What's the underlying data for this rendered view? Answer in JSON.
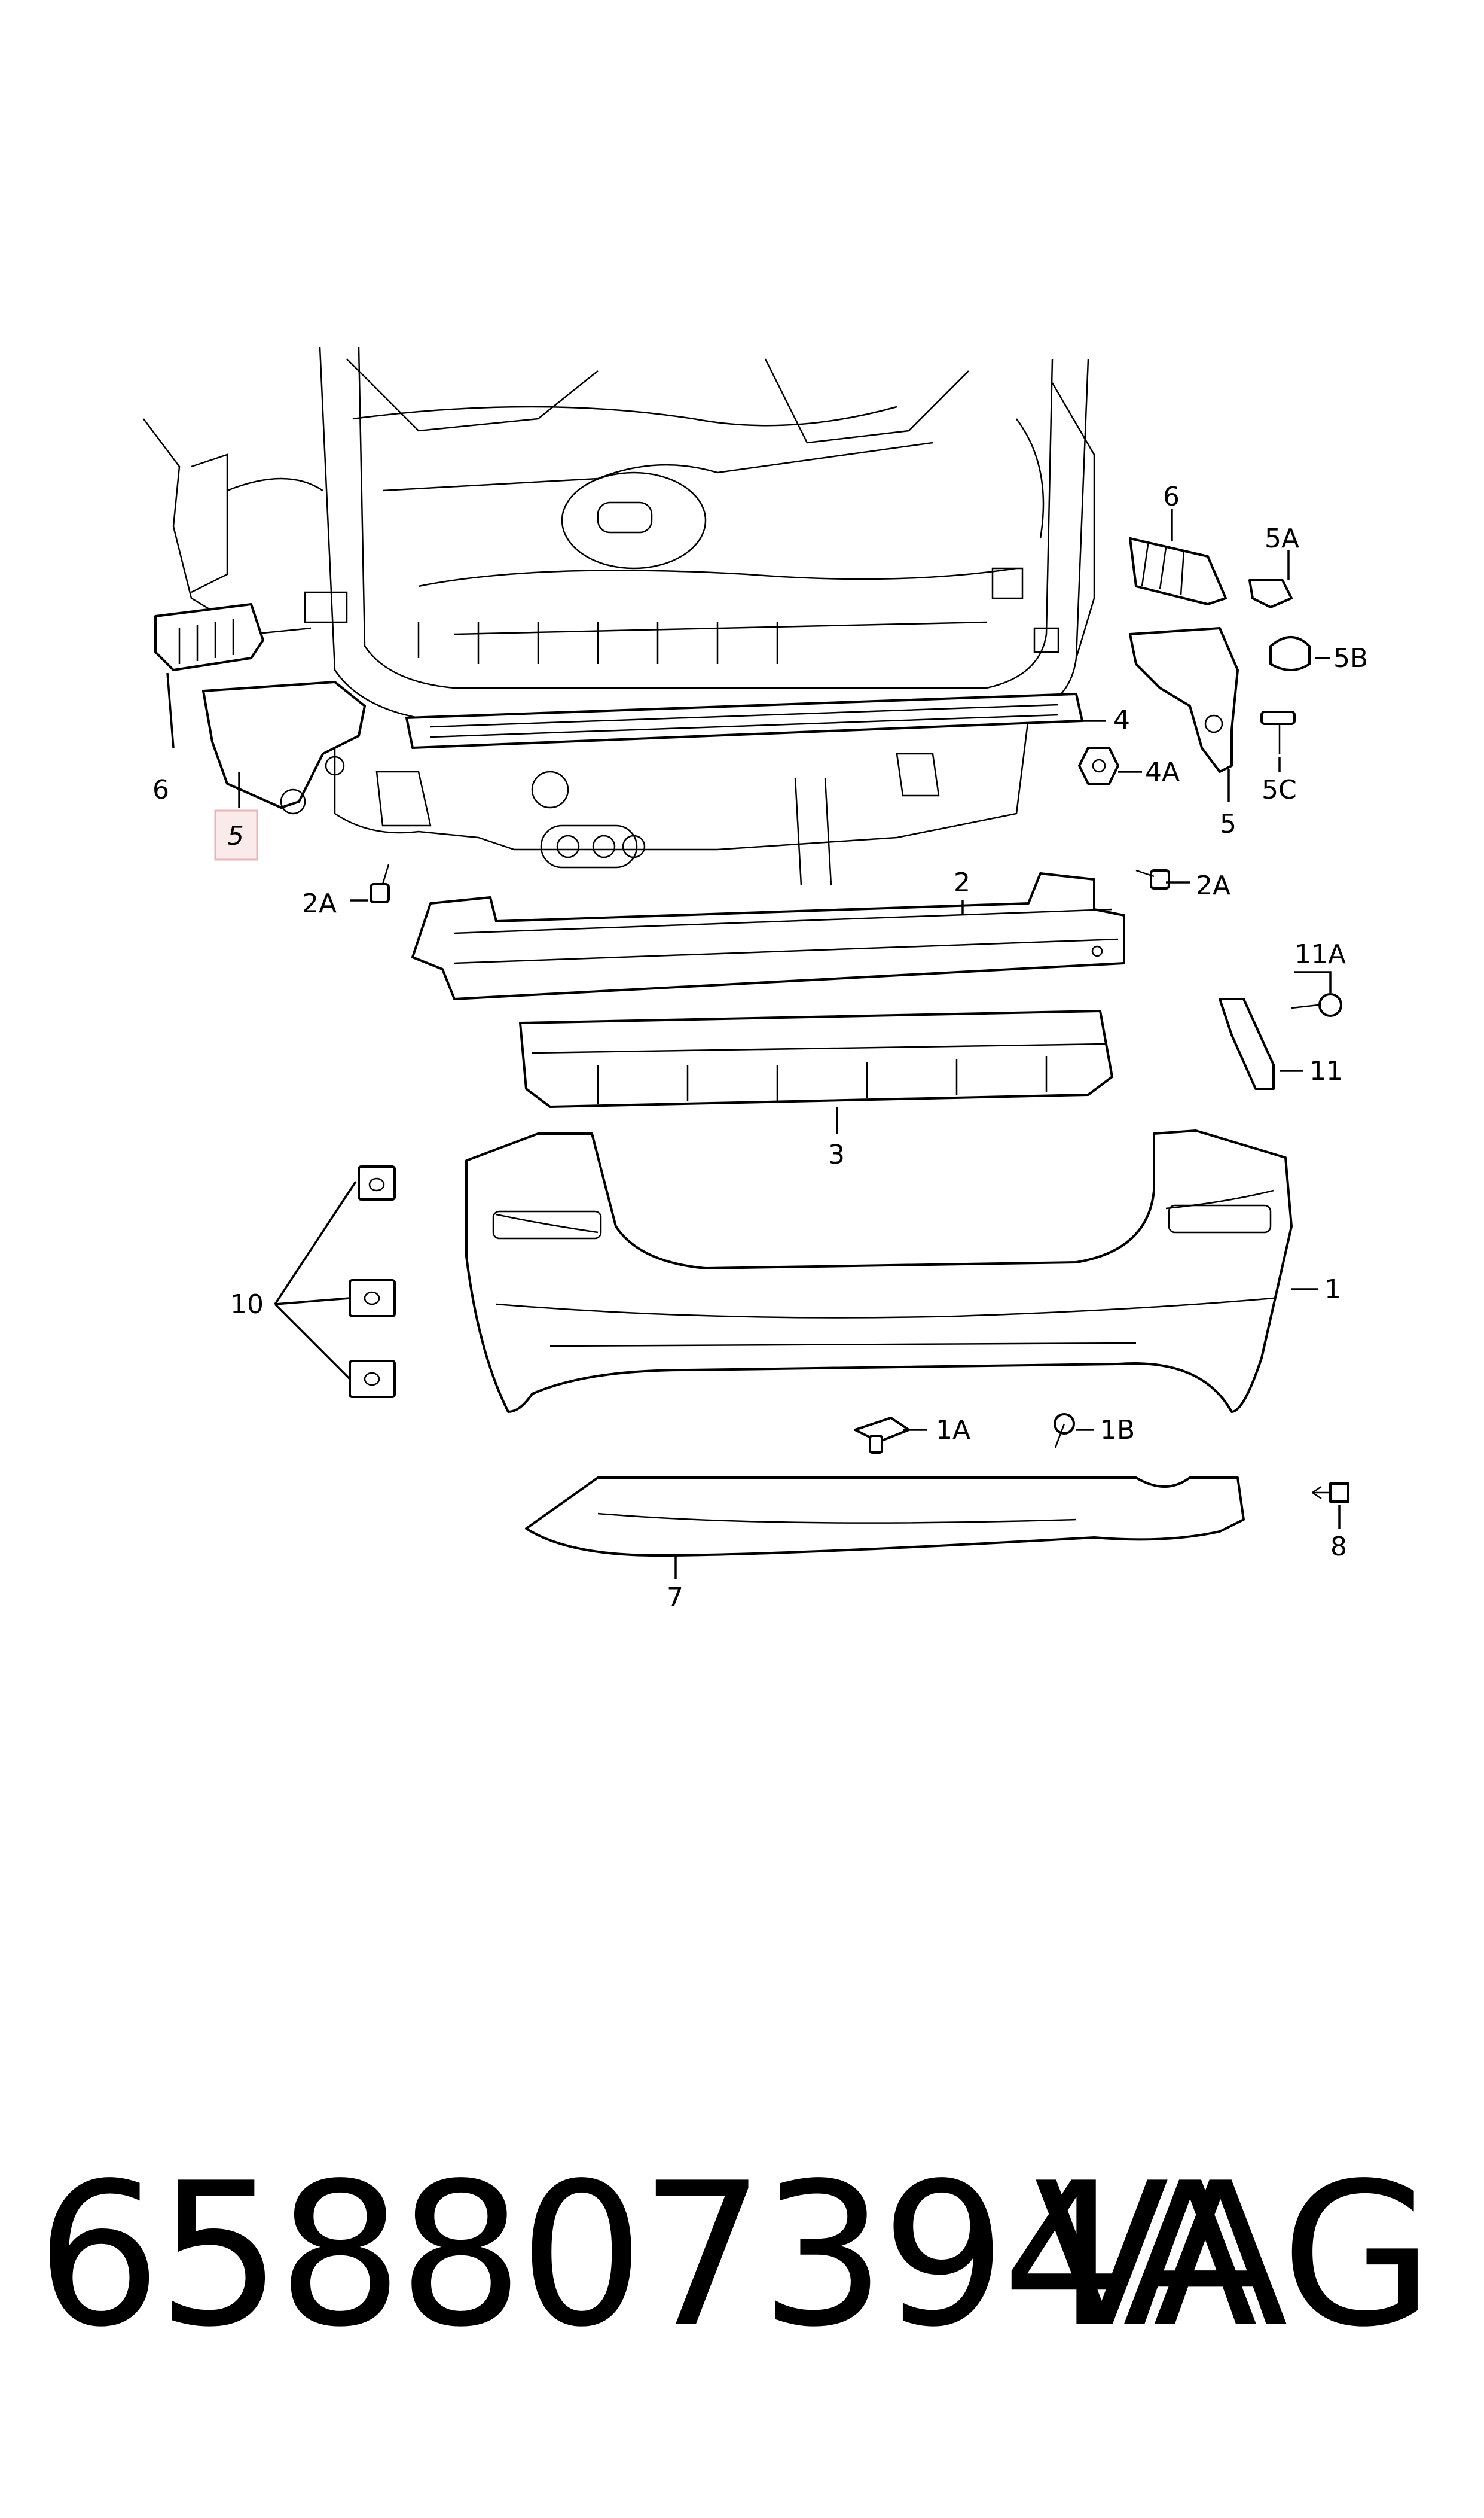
{
  "labels": {
    "l1": "1",
    "l1a": "1A",
    "l1b": "1B",
    "l2_top": "2",
    "l2a_left": "2A",
    "l2a_right": "2A",
    "l3": "3",
    "l4": "4",
    "l4a": "4A",
    "l5_left": "5",
    "l5_right": "5",
    "l5a": "5A",
    "l5b": "5B",
    "l5c": "5C",
    "l6_left": "6",
    "l6_right": "6",
    "l7": "7",
    "l8": "8",
    "l10": "10",
    "l11": "11",
    "l11a": "11A"
  },
  "highlight": {
    "color": "#e8b4b8",
    "fill": "#fbeaea"
  },
  "footer": {
    "part_number": "658807394A",
    "brand": "VAG"
  }
}
